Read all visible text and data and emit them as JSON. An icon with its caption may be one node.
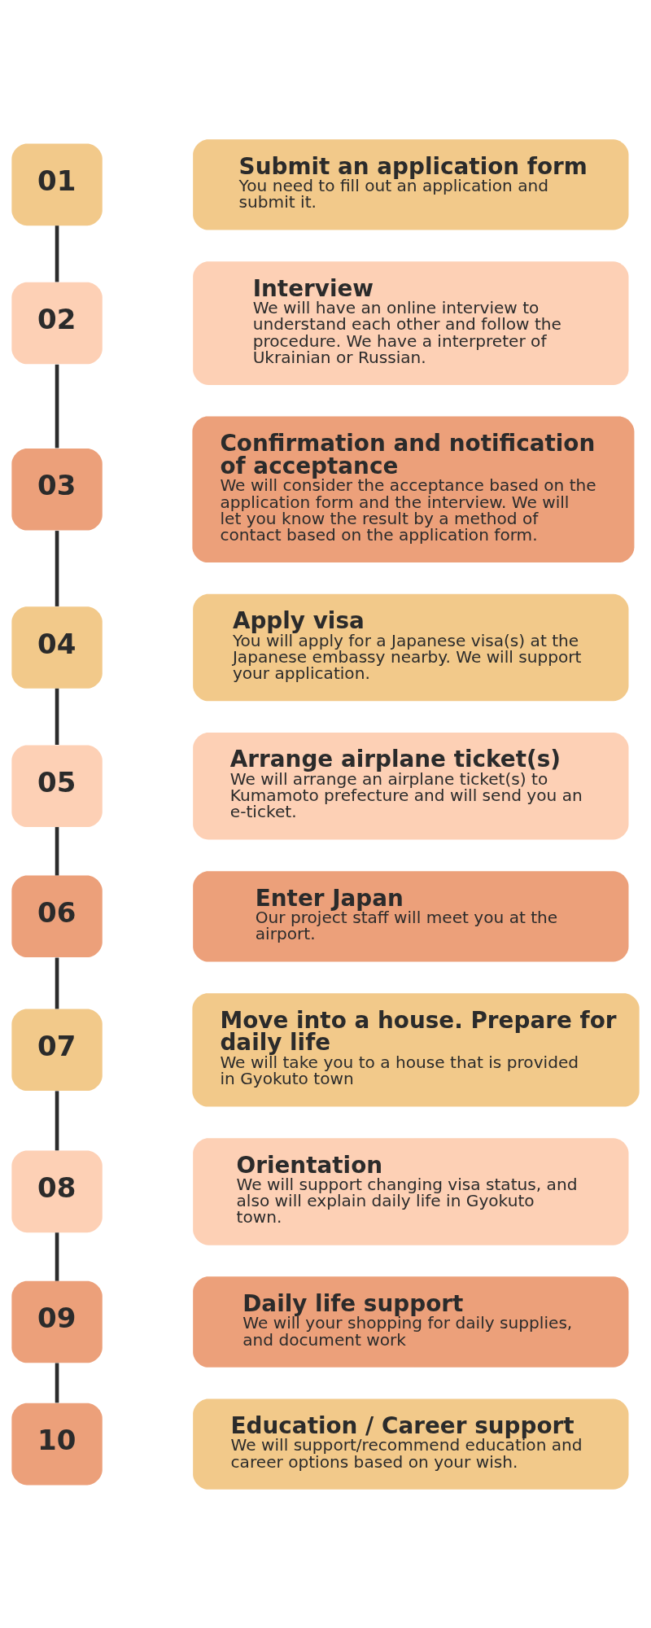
{
  "diagram": {
    "nodes": [
      {
        "text": [
          "01"
        ]
      },
      {
        "text": [
          "Submit an application form",
          "You need to fill out an application and submit it."
        ]
      },
      {
        "text": [
          "02"
        ]
      },
      {
        "text": [
          "Interview",
          "We will have an online interview to understand each other and follow the procedure. We have a interpreter of Ukrainian or Russian."
        ]
      },
      {
        "text": [
          "03"
        ]
      },
      {
        "text": [
          "Confirmation and notification of acceptance",
          "We will consider the acceptance based on the application form and the interview. We will let you know the result by a method of contact based on the application form."
        ]
      },
      {
        "text": [
          "04"
        ]
      },
      {
        "text": [
          "Apply visa",
          "You will apply for a Japanese visa(s) at the Japanese embassy nearby. We will support your application."
        ]
      },
      {
        "text": [
          "05"
        ]
      },
      {
        "text": [
          "Arrange airplane ticket(s)",
          "We will arrange an airplane ticket(s) to Kumamoto prefecture and will send you an e-ticket."
        ]
      },
      {
        "text": [
          "06"
        ]
      },
      {
        "text": [
          "Enter Japan",
          "Our project staff will meet you at the airport."
        ]
      },
      {
        "text": [
          "07"
        ]
      },
      {
        "text": [
          "Move into a house. Prepare for daily life",
          "We will take you to a house that is provided in Gyokuto town"
        ]
      },
      {
        "text": [
          "08"
        ]
      },
      {
        "text": [
          "Orientation",
          "We will support changing visa status, and also will explain daily life in Gyokuto town."
        ]
      },
      {
        "text": [
          "09"
        ]
      },
      {
        "text": [
          "Daily life support",
          "We will your shopping for daily supplies, and document work"
        ]
      },
      {
        "text": [
          "10"
        ]
      },
      {
        "text": [
          "Education / Career support",
          "We will support/recommend education and career options based on your wish."
        ]
      }
    ],
    "edges": [
      {
        "from": 0,
        "to": 2,
        "arrow": "none"
      },
      {
        "from": 2,
        "to": 4,
        "arrow": "none"
      },
      {
        "from": 4,
        "to": 6,
        "arrow": "none"
      },
      {
        "from": 6,
        "to": 8,
        "arrow": "none"
      },
      {
        "from": 8,
        "to": 10,
        "arrow": "none"
      },
      {
        "from": 10,
        "to": 12,
        "arrow": "none"
      },
      {
        "from": 12,
        "to": 14,
        "arrow": "none"
      },
      {
        "from": 14,
        "to": 16,
        "arrow": "none"
      },
      {
        "from": 16,
        "to": 18,
        "arrow": "none"
      }
    ]
  }
}
